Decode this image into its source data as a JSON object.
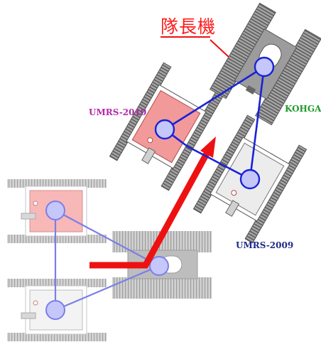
{
  "labels": {
    "leader": "隊長機",
    "umrs2010": "UMRS-2010",
    "kohga": "KOHGA",
    "umrs2009": "UMRS-2009"
  },
  "colors": {
    "leader_label": "#ff1a1a",
    "umrs2010_label": "#b12aa8",
    "kohga_label": "#1f9a2a",
    "umrs2009_label": "#1f2a88",
    "arrow": "#ee1111",
    "link_dark": "#1a22d8",
    "link_light": "#7b7fe6",
    "node_fill": "#c5c7fb",
    "track": "#9a9a9a",
    "umrs2010_body": "#f29a9a",
    "umrs2009_body": "#ececec",
    "kohga_body": "#9c9c9c"
  },
  "robots": [
    {
      "name": "kohga-leader-top",
      "type": "kohga"
    },
    {
      "name": "umrs-2010-top",
      "type": "umrs-2010"
    },
    {
      "name": "umrs-2009-top",
      "type": "umrs-2009"
    },
    {
      "name": "umrs-2010-bottom",
      "type": "umrs-2010"
    },
    {
      "name": "kohga-bottom",
      "type": "kohga"
    },
    {
      "name": "umrs-2009-bottom",
      "type": "umrs-2009"
    }
  ]
}
